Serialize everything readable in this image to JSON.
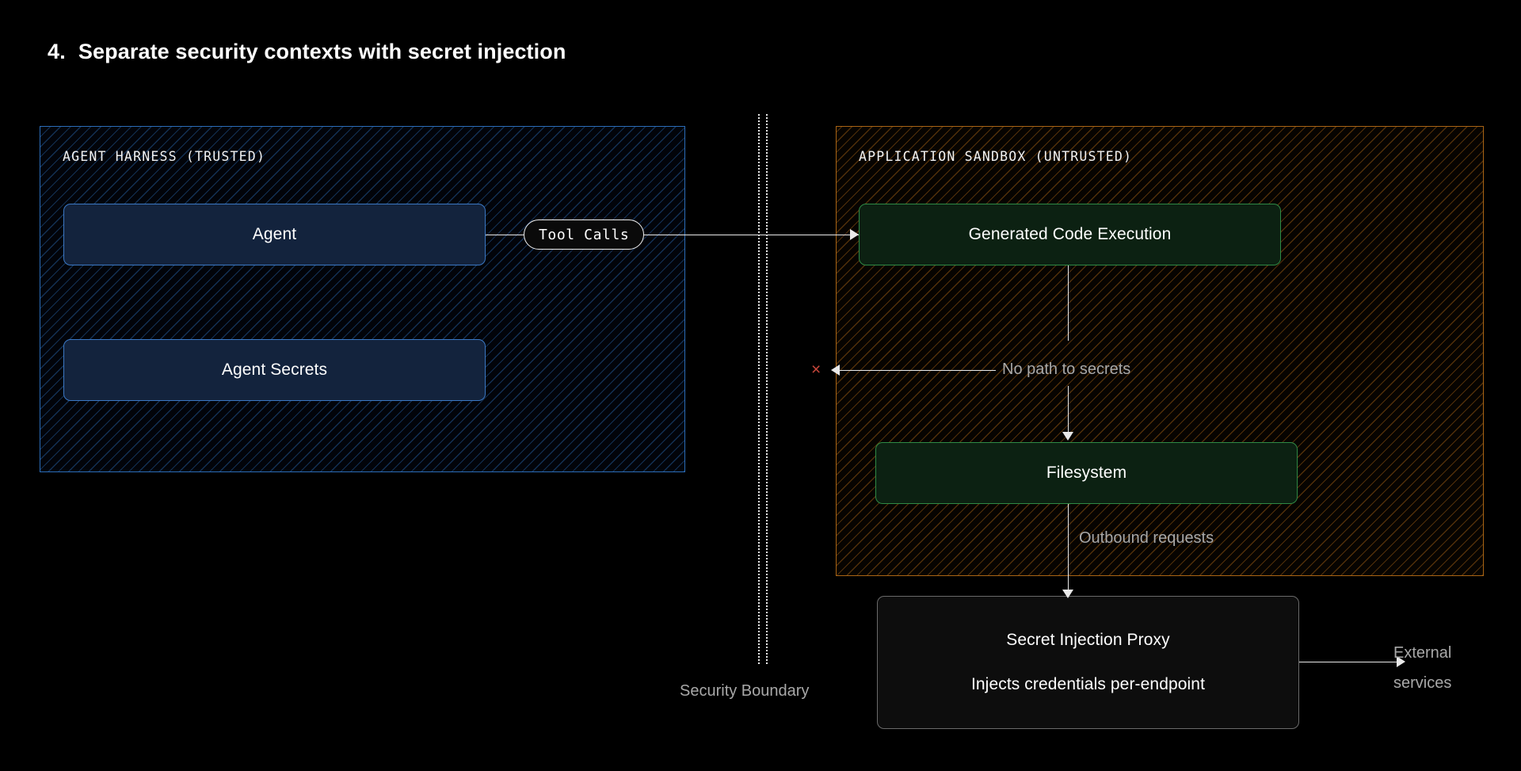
{
  "title": {
    "number": "4.",
    "text": "Separate security contexts with secret injection"
  },
  "zones": {
    "trusted": {
      "label": "AGENT HARNESS (TRUSTED)",
      "border_color": "#2b6cb8"
    },
    "untrusted": {
      "label": "APPLICATION SANDBOX (UNTRUSTED)",
      "border_color": "#a96414"
    }
  },
  "nodes": {
    "agent": {
      "label": "Agent"
    },
    "agent_secrets": {
      "label": "Agent Secrets"
    },
    "code_execution": {
      "label": "Generated Code Execution"
    },
    "filesystem": {
      "label": "Filesystem"
    },
    "proxy": {
      "line1": "Secret Injection Proxy",
      "line2": "Injects credentials per-endpoint"
    }
  },
  "edges": {
    "tool_calls": {
      "label": "Tool Calls"
    },
    "no_path": {
      "label": "No path to secrets",
      "blocked_marker": "×",
      "blocked_color": "#c4453a"
    },
    "outbound": {
      "label": "Outbound requests"
    },
    "external": {
      "label": "External services"
    }
  },
  "boundary": {
    "label": "Security Boundary"
  }
}
